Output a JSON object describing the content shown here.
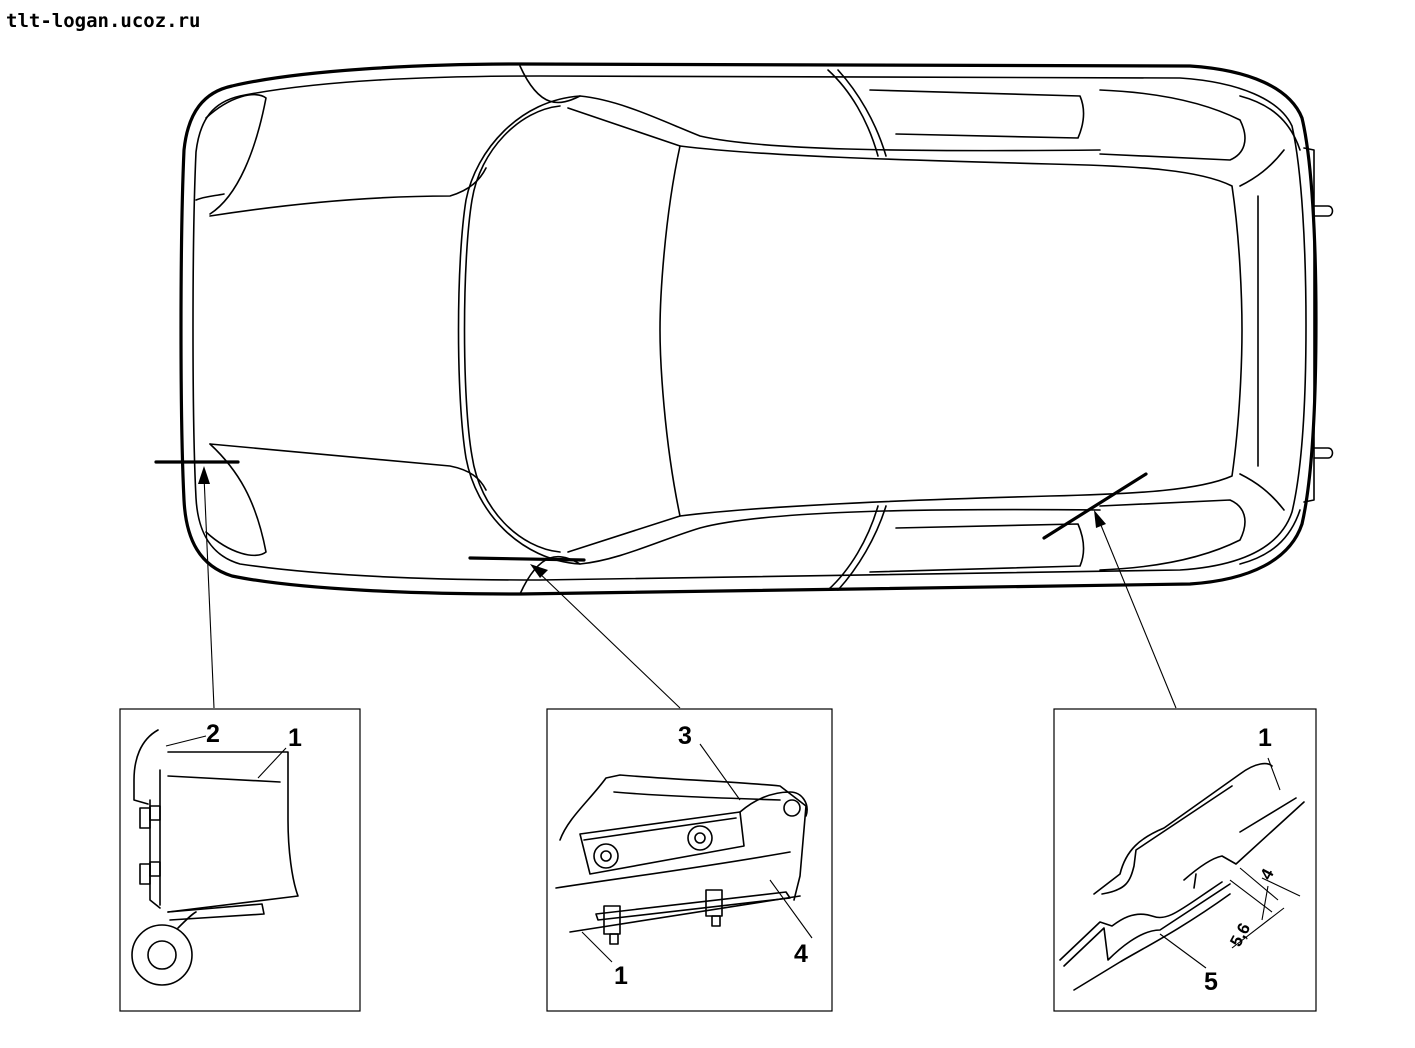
{
  "watermark": "tlt-logan.ucoz.ru",
  "detail_left": {
    "labels": [
      "2",
      "1"
    ]
  },
  "detail_middle": {
    "labels": [
      "3",
      "4",
      "1"
    ]
  },
  "detail_right": {
    "labels": [
      "1",
      "4",
      "5,6",
      "5"
    ]
  }
}
